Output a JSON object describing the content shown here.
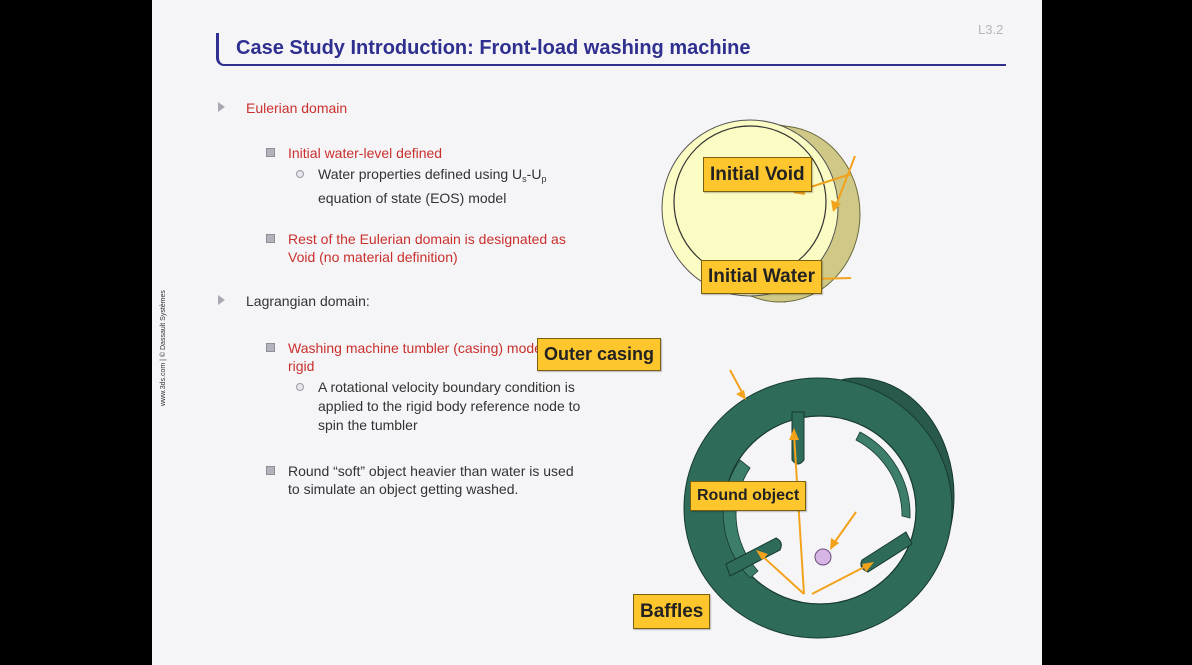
{
  "slide": {
    "page_number": "L3.2",
    "title": "Case Study Introduction: Front-load washing machine",
    "side_text": "www.3ds.com | © Dassault Systèmes"
  },
  "bullets": {
    "eulerian": {
      "label": "Eulerian domain",
      "water_level": "Initial water-level defined",
      "eos_line1_pre": "Water properties defined using U",
      "eos_sub_s": "s",
      "eos_dash": "-U",
      "eos_sub_p": "p",
      "eos_line2": "equation of state (EOS) model",
      "rest_line1": "Rest of the Eulerian domain is designated as",
      "rest_line2": "Void (no material definition)"
    },
    "lagrangian": {
      "label": "Lagrangian domain:",
      "tumbler_line1": "Washing machine tumbler (casing) modeled as",
      "tumbler_line2": "rigid",
      "vel_line1": "A rotational velocity boundary condition is",
      "vel_line2": "applied to the rigid body reference node to",
      "vel_line3": "spin the tumbler",
      "soft_line1": "Round “soft” object heavier than water is  used",
      "soft_line2": "to simulate an object getting washed."
    }
  },
  "callouts": {
    "initial_void": "Initial Void",
    "initial_water": "Initial Water",
    "outer_casing": "Outer casing",
    "round_object": "Round object",
    "baffles": "Baffles"
  },
  "colors": {
    "title": "#2e2f8e",
    "highlight_text": "#c9302c",
    "callout_bg": "#fdc62d",
    "casing": "#2f6b5b",
    "drum_face": "#fbfbc4",
    "water": "#1fb3e6",
    "round_object": "#d7b6e6"
  }
}
